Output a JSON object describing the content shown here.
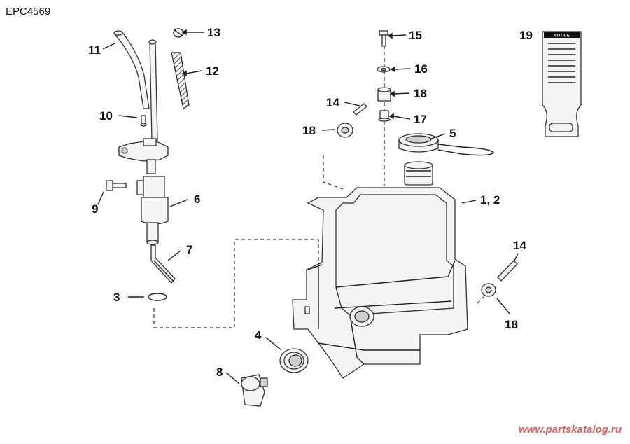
{
  "diagram_code": "EPC4569",
  "watermark": "www.partskatalog.ru",
  "callouts": {
    "c11": "11",
    "c13": "13",
    "c12": "12",
    "c10": "10",
    "c9": "9",
    "c6": "6",
    "c7": "7",
    "c3": "3",
    "c4": "4",
    "c8": "8",
    "c15": "15",
    "c16": "16",
    "c18a": "18",
    "c14a": "14",
    "c17": "17",
    "c18b": "18",
    "c5": "5",
    "c12b": "1, 2",
    "c14b": "14",
    "c18c": "18",
    "c19": "19"
  },
  "notice_label": {
    "title": "NOTICE"
  }
}
